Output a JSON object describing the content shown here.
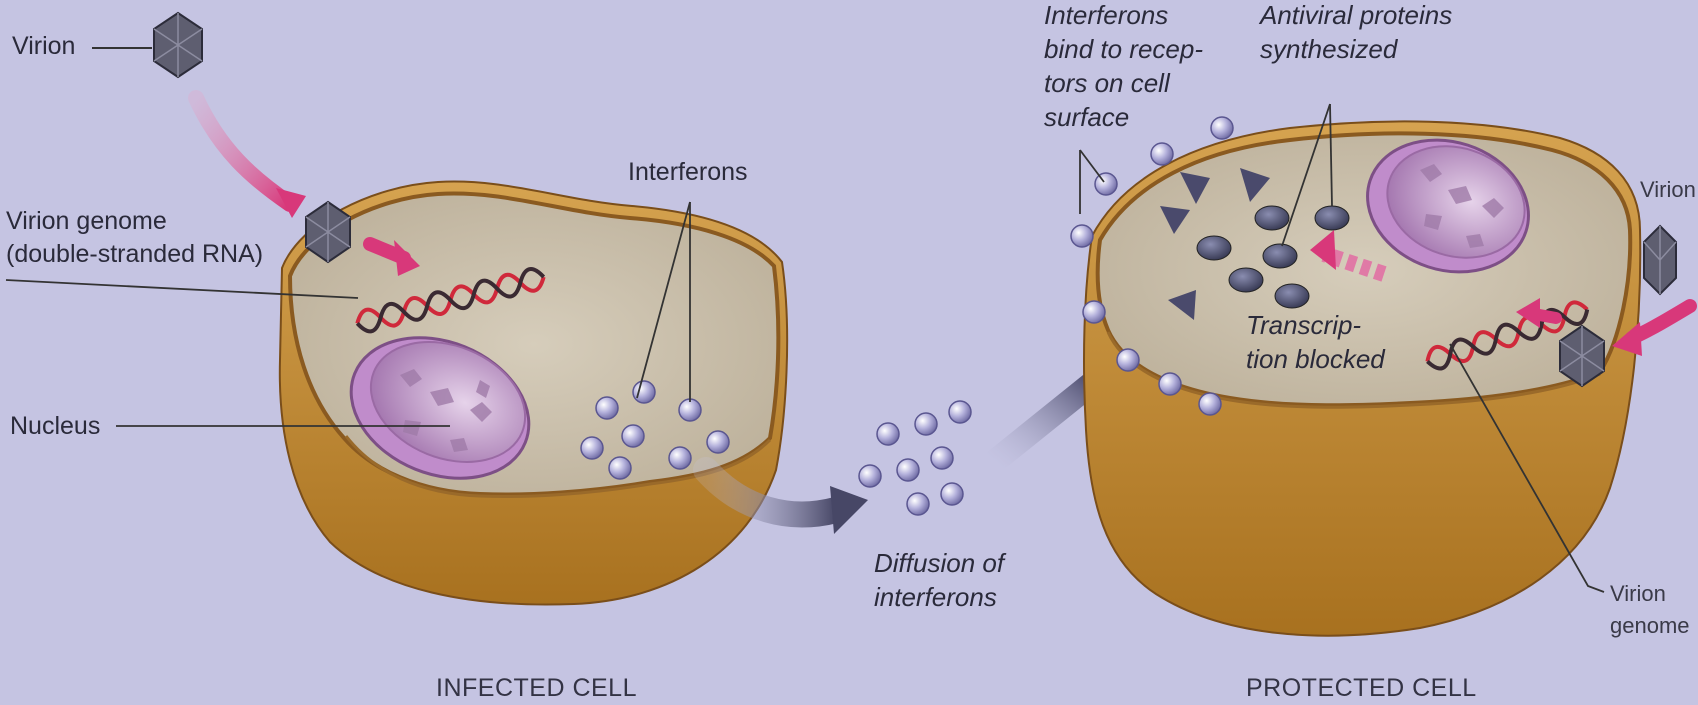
{
  "labels": {
    "virion_left": "Virion",
    "virion_genome_line1": "Virion genome",
    "virion_genome_line2": "(double-stranded RNA)",
    "nucleus": "Nucleus",
    "interferons_left": "Interferons",
    "diffusion_line1": "Diffusion of",
    "diffusion_line2": "interferons",
    "bind_line1": "Interferons",
    "bind_line2": "bind to recep-",
    "bind_line3": "tors on cell",
    "bind_line4": "surface",
    "antiviral_line1": "Antiviral proteins",
    "antiviral_line2": "synthesized",
    "transcription_line1": "Transcrip-",
    "transcription_line2": "tion blocked",
    "virion_right": "Virion",
    "virion_genome_right_line1": "Virion",
    "virion_genome_right_line2": "genome"
  },
  "captions": {
    "infected": "INFECTED CELL",
    "protected": "PROTECTED CELL"
  },
  "colors": {
    "background": "#c5c4e2",
    "cell_body": "#c8913f",
    "cytoplasm": "#cdc3b0",
    "membrane": "#8a5a20",
    "nucleus": "#bf98c6",
    "interferon": "#9d9ac8",
    "antiviral_protein": "#4a4c6e",
    "arrow_red": "#d8387a",
    "rna_red": "#d0293b",
    "virion": "#5e5e70"
  }
}
